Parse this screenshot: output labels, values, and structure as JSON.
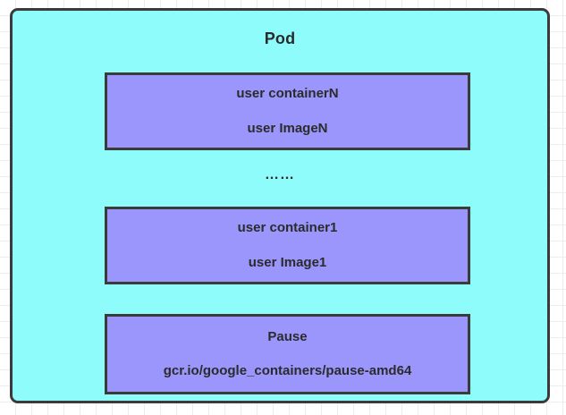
{
  "diagram": {
    "title": "Pod",
    "separator": "……",
    "colors": {
      "pod_fill": "#8ffcfc",
      "container_fill": "#9b96fc",
      "stroke": "#3b3b3b",
      "text": "#2b2b2b",
      "grid": "#ededed",
      "background": "#ffffff"
    },
    "containers": [
      {
        "id": "container-n",
        "name": "user containerN",
        "image": "user ImageN"
      },
      {
        "id": "container-1",
        "name": "user container1",
        "image": "user Image1"
      },
      {
        "id": "container-pause",
        "name": "Pause",
        "image": "gcr.io/google_containers/pause-amd64"
      }
    ]
  }
}
